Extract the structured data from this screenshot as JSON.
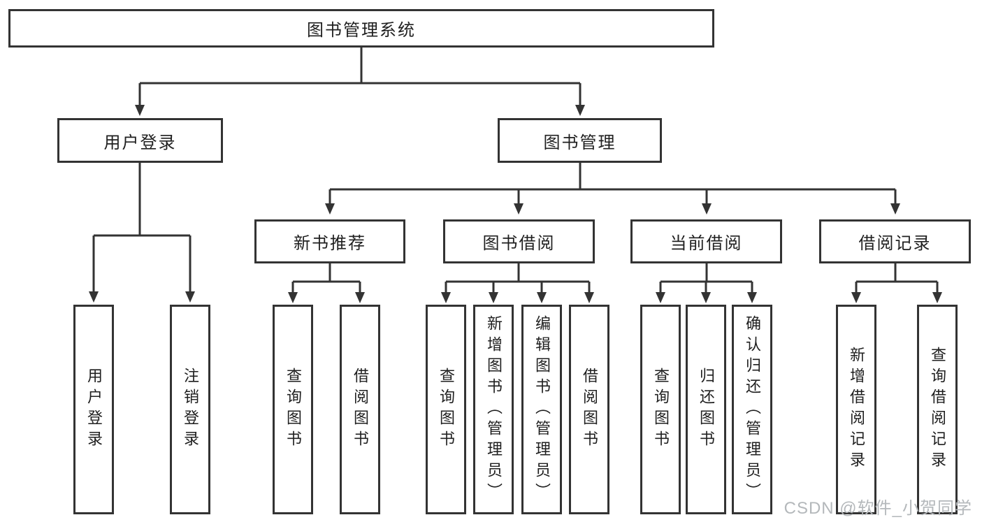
{
  "diagram_type": "hierarchy-tree",
  "tree": {
    "root": {
      "label": "图书管理系统",
      "children": [
        {
          "label": "用户登录",
          "children": [
            {
              "label": "用户登录"
            },
            {
              "label": "注销登录"
            }
          ]
        },
        {
          "label": "图书管理",
          "children": [
            {
              "label": "新书推荐",
              "children": [
                {
                  "label": "查询图书"
                },
                {
                  "label": "借阅图书"
                }
              ]
            },
            {
              "label": "图书借阅",
              "children": [
                {
                  "label": "查询图书"
                },
                {
                  "label": "新增图书（管理员）"
                },
                {
                  "label": "编辑图书（管理员）"
                },
                {
                  "label": "借阅图书"
                }
              ]
            },
            {
              "label": "当前借阅",
              "children": [
                {
                  "label": "查询图书"
                },
                {
                  "label": "归还图书"
                },
                {
                  "label": "确认归还（管理员）"
                }
              ]
            },
            {
              "label": "借阅记录",
              "children": [
                {
                  "label": "新增借阅记录"
                },
                {
                  "label": "查询借阅记录"
                }
              ]
            }
          ]
        }
      ]
    }
  },
  "watermark": "CSDN @软件_小贺同学",
  "colors": {
    "line": "#333333",
    "text": "#1f1f1f",
    "watermark": "#b4b8bb",
    "background": "#ffffff"
  }
}
